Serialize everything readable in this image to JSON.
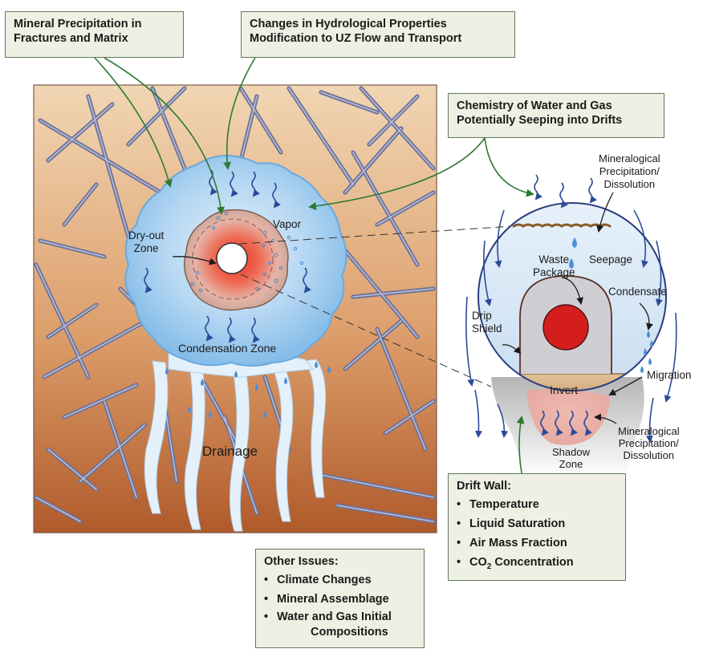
{
  "callouts": {
    "mineral_precipitation": [
      "Mineral Precipitation in",
      "Fractures and Matrix"
    ],
    "hydrological": [
      "Changes in Hydrological Properties",
      "Modification to UZ Flow and Transport"
    ],
    "chemistry": [
      "Chemistry of Water and Gas",
      "Potentially Seeping into Drifts"
    ],
    "drift_wall": {
      "title": "Drift Wall:",
      "items": [
        "Temperature",
        "Liquid Saturation",
        "Air Mass Fraction",
        "CO2 Concentration"
      ]
    },
    "other_issues": {
      "title": "Other Issues:",
      "items": [
        "Climate Changes",
        "Mineral Assemblage",
        "Water and Gas Initial"
      ],
      "item_continuation": "Compositions"
    },
    "bullet": "•"
  },
  "labels": {
    "dry_out_zone": [
      "Dry-out",
      "Zone"
    ],
    "vapor": "Vapor",
    "condensation_zone": "Condensation Zone",
    "drainage": "Drainage",
    "mineralogical_top": [
      "Mineralogical",
      "Precipitation/",
      "Dissolution"
    ],
    "seepage": "Seepage",
    "waste_package": [
      "Waste",
      "Package"
    ],
    "condensate": "Condensate",
    "drip_shield": [
      "Drip",
      "Shield"
    ],
    "invert": "Invert",
    "migration": "Migration",
    "mineralogical_bottom": [
      "Mineralogical",
      "Precipitation/",
      "Dissolution"
    ],
    "shadow_zone": [
      "Shadow",
      "Zone"
    ]
  },
  "colors": {
    "rock_top": "#f1d6b4",
    "rock_bottom": "#b05a2a",
    "callout_fill": "#eef0e3",
    "callout_border": "#5e7a5a",
    "leader_arrow": "#2d7a33",
    "flow_arrow": "#2b4a99",
    "fracture": "#8c92b4",
    "water_zone": "#8fc0ea",
    "heat_core": "#e8302a",
    "waste_package": "#d41d1d"
  }
}
